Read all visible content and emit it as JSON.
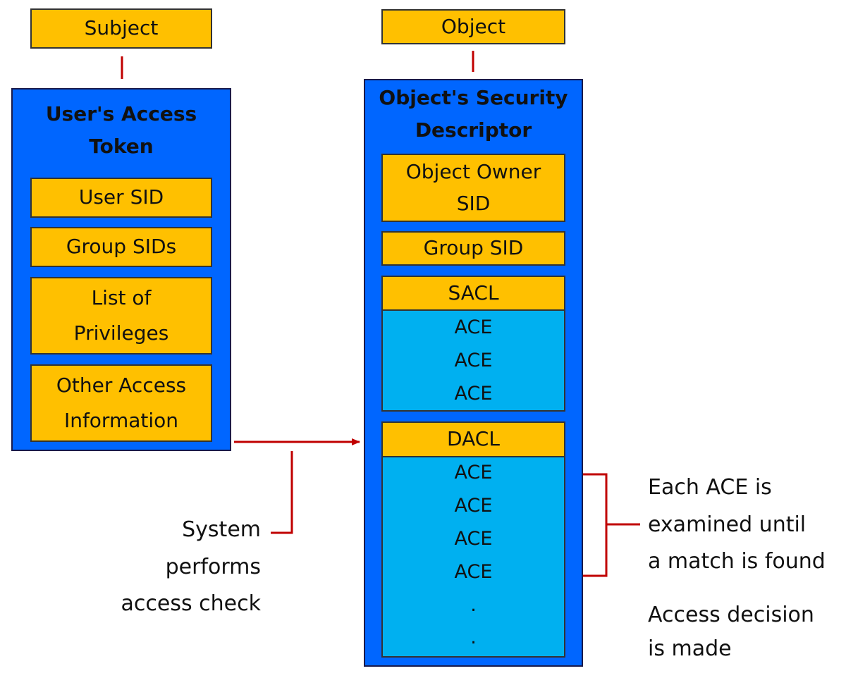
{
  "subject": {
    "label": "Subject",
    "token_title_line1": "User's Access",
    "token_title_line2": "Token",
    "items": [
      {
        "line1": "User SID",
        "line2": ""
      },
      {
        "line1": "Group SIDs",
        "line2": ""
      },
      {
        "line1": "List of",
        "line2": "Privileges"
      },
      {
        "line1": "Other Access",
        "line2": "Information"
      }
    ]
  },
  "object": {
    "label": "Object",
    "descriptor_title_line1": "Object's Security",
    "descriptor_title_line2": "Descriptor",
    "owner_line1": "Object Owner",
    "owner_line2": "SID",
    "group_sid": "Group SID",
    "sacl": {
      "label": "SACL",
      "entries": [
        "ACE",
        "ACE",
        "ACE"
      ]
    },
    "dacl": {
      "label": "DACL",
      "entries": [
        "ACE",
        "ACE",
        "ACE",
        "ACE",
        ".",
        "."
      ]
    }
  },
  "annotations": {
    "access_check": [
      "System",
      "performs",
      "access check"
    ],
    "ace_examined": [
      "Each ACE is",
      "examined until",
      "a match is found"
    ],
    "decision": [
      "Access decision",
      "is made"
    ]
  },
  "colors": {
    "panel": "#0066FF",
    "box": "#FFC000",
    "ace_area": "#00B0F0",
    "connector": "#C00000"
  }
}
